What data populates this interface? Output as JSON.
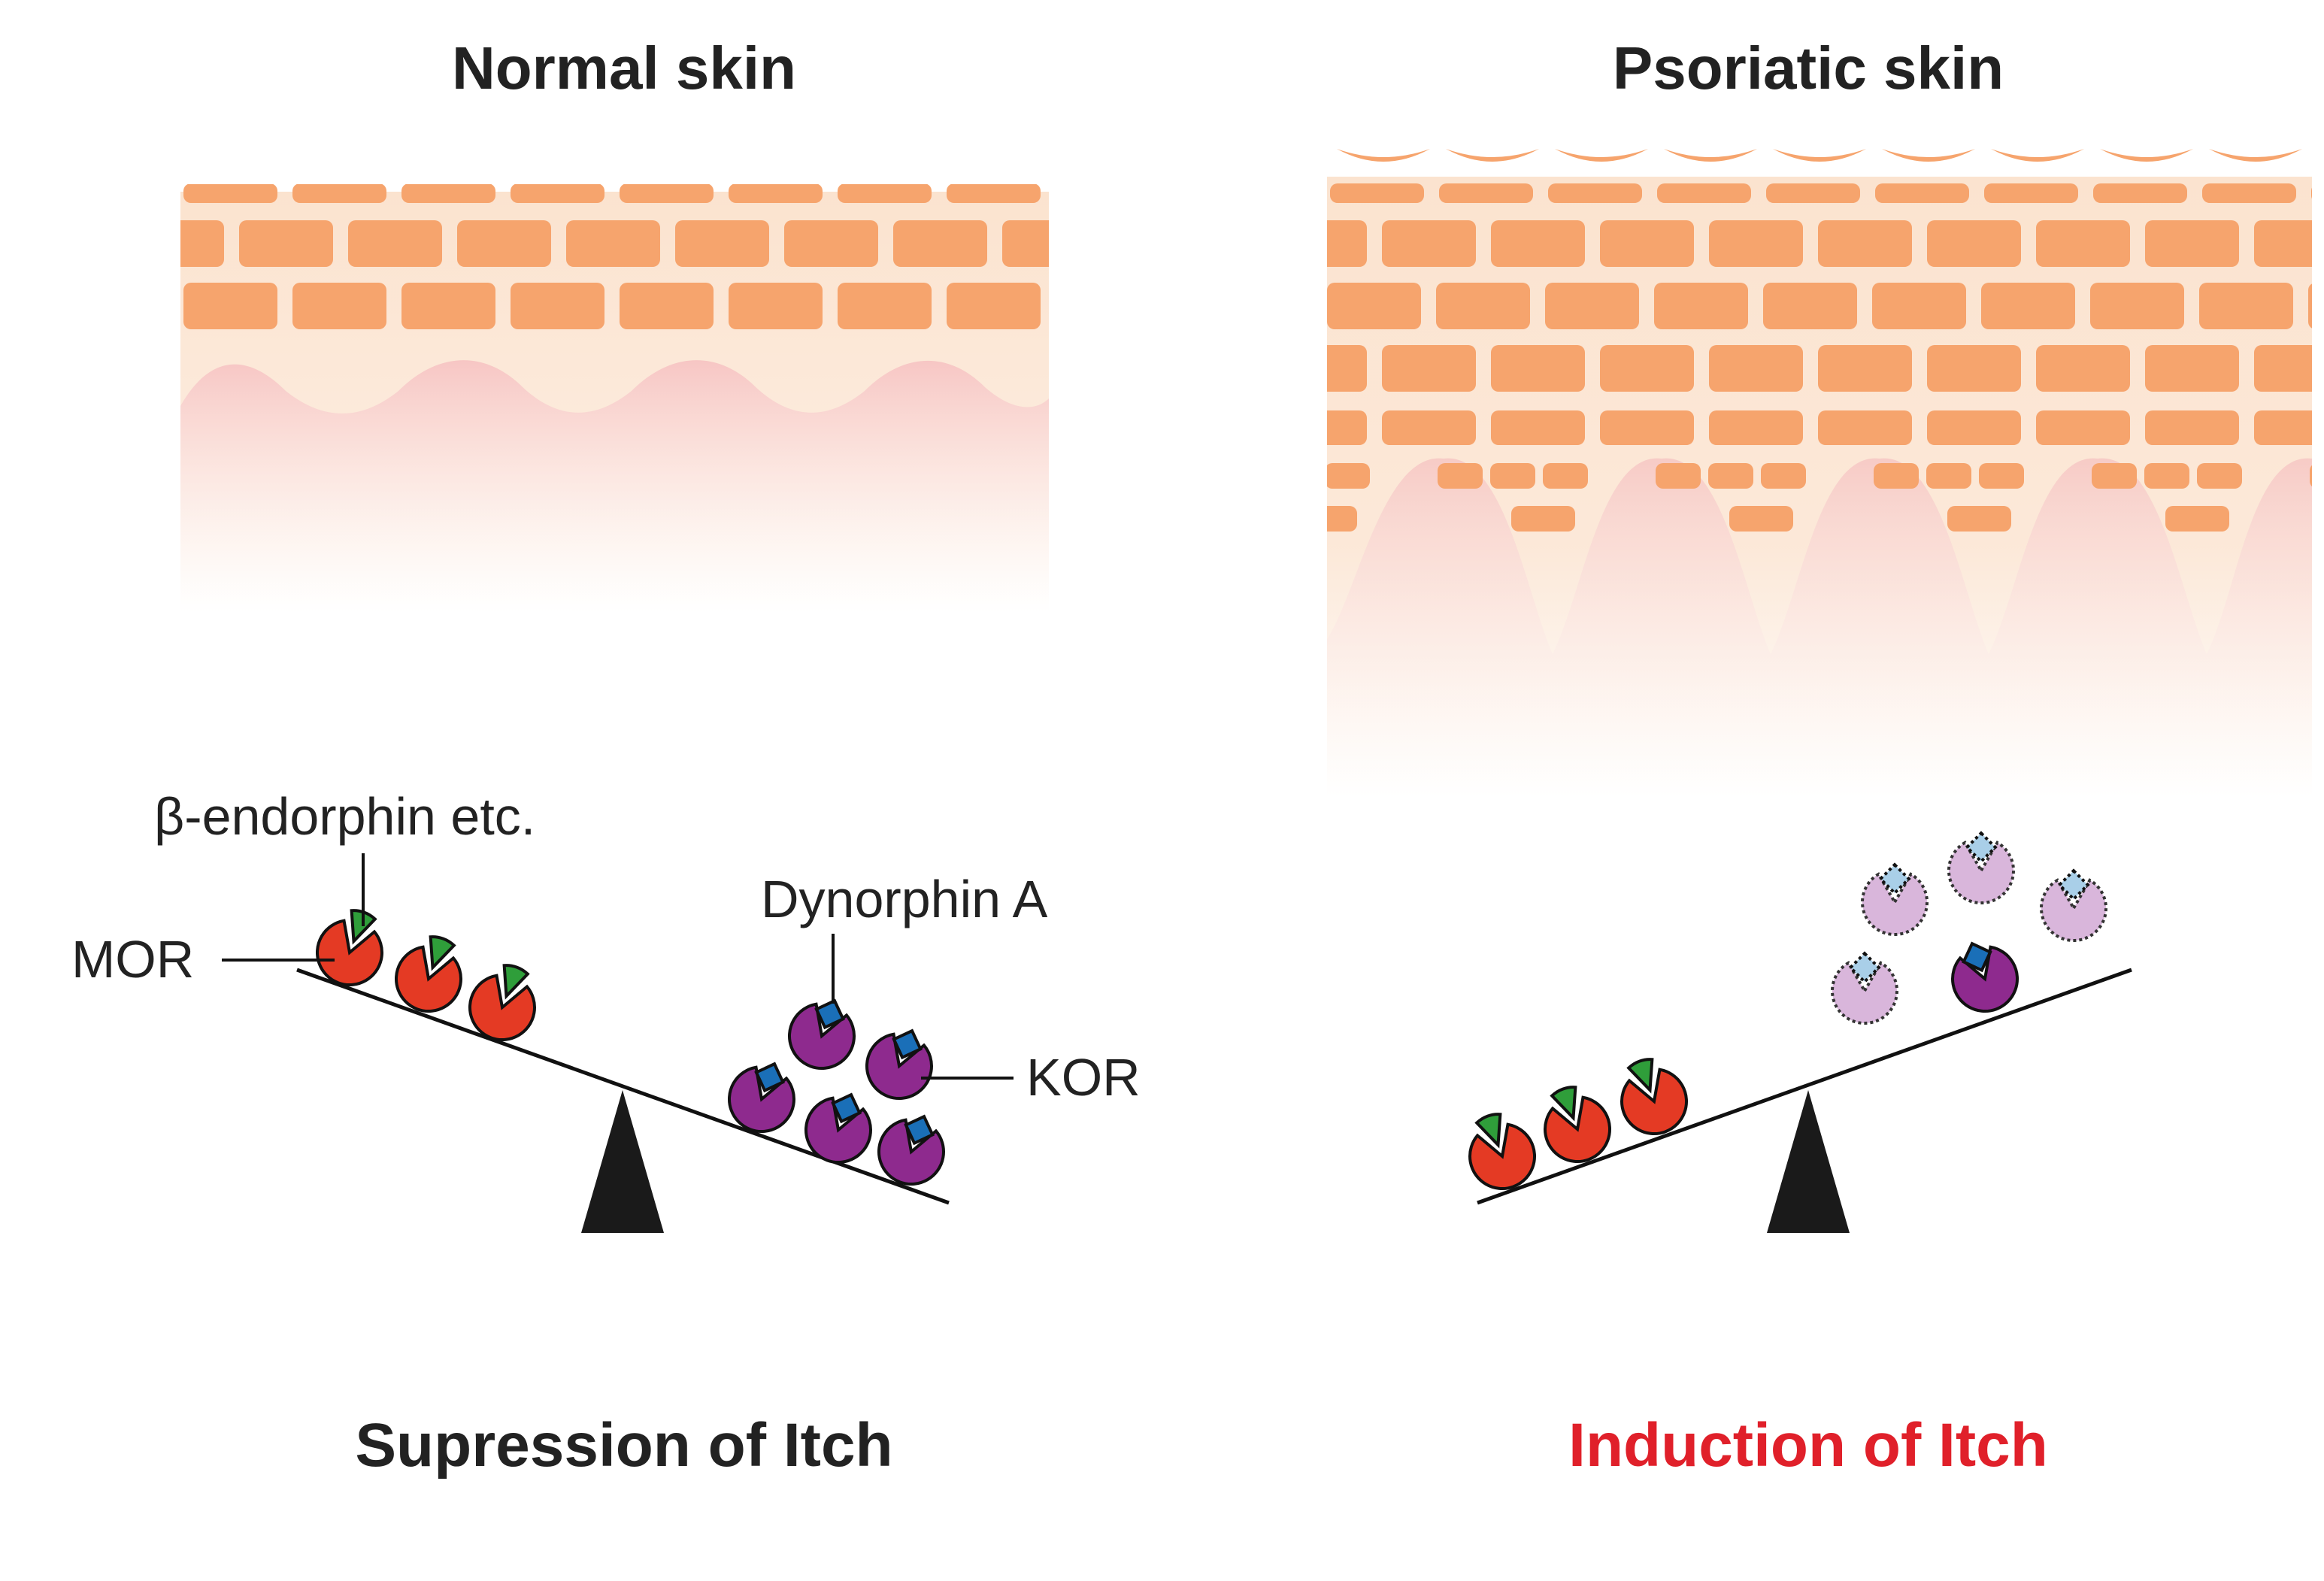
{
  "panels": {
    "left": {
      "title": "Normal skin",
      "caption": "Supression of Itch",
      "labels": {
        "endorphin": "β-endorphin etc.",
        "mor": "MOR",
        "dynorphin": "Dynorphin A",
        "kor": "KOR"
      }
    },
    "right": {
      "title": "Psoriatic skin",
      "caption": "Induction of Itch"
    }
  },
  "colors": {
    "brick": "#f6a46d",
    "dermis": "#fbe3cf",
    "papilla": "#f7c9c6",
    "mor": "#e43a24",
    "beta_endorphin": "#2f9e3a",
    "kor": "#8e2a8e",
    "dynorphin": "#1a6fb8",
    "inactive_kor": "#d9b6db",
    "inactive_dynorphin": "#a9cfe8",
    "induction_caption": "#e0202a"
  }
}
